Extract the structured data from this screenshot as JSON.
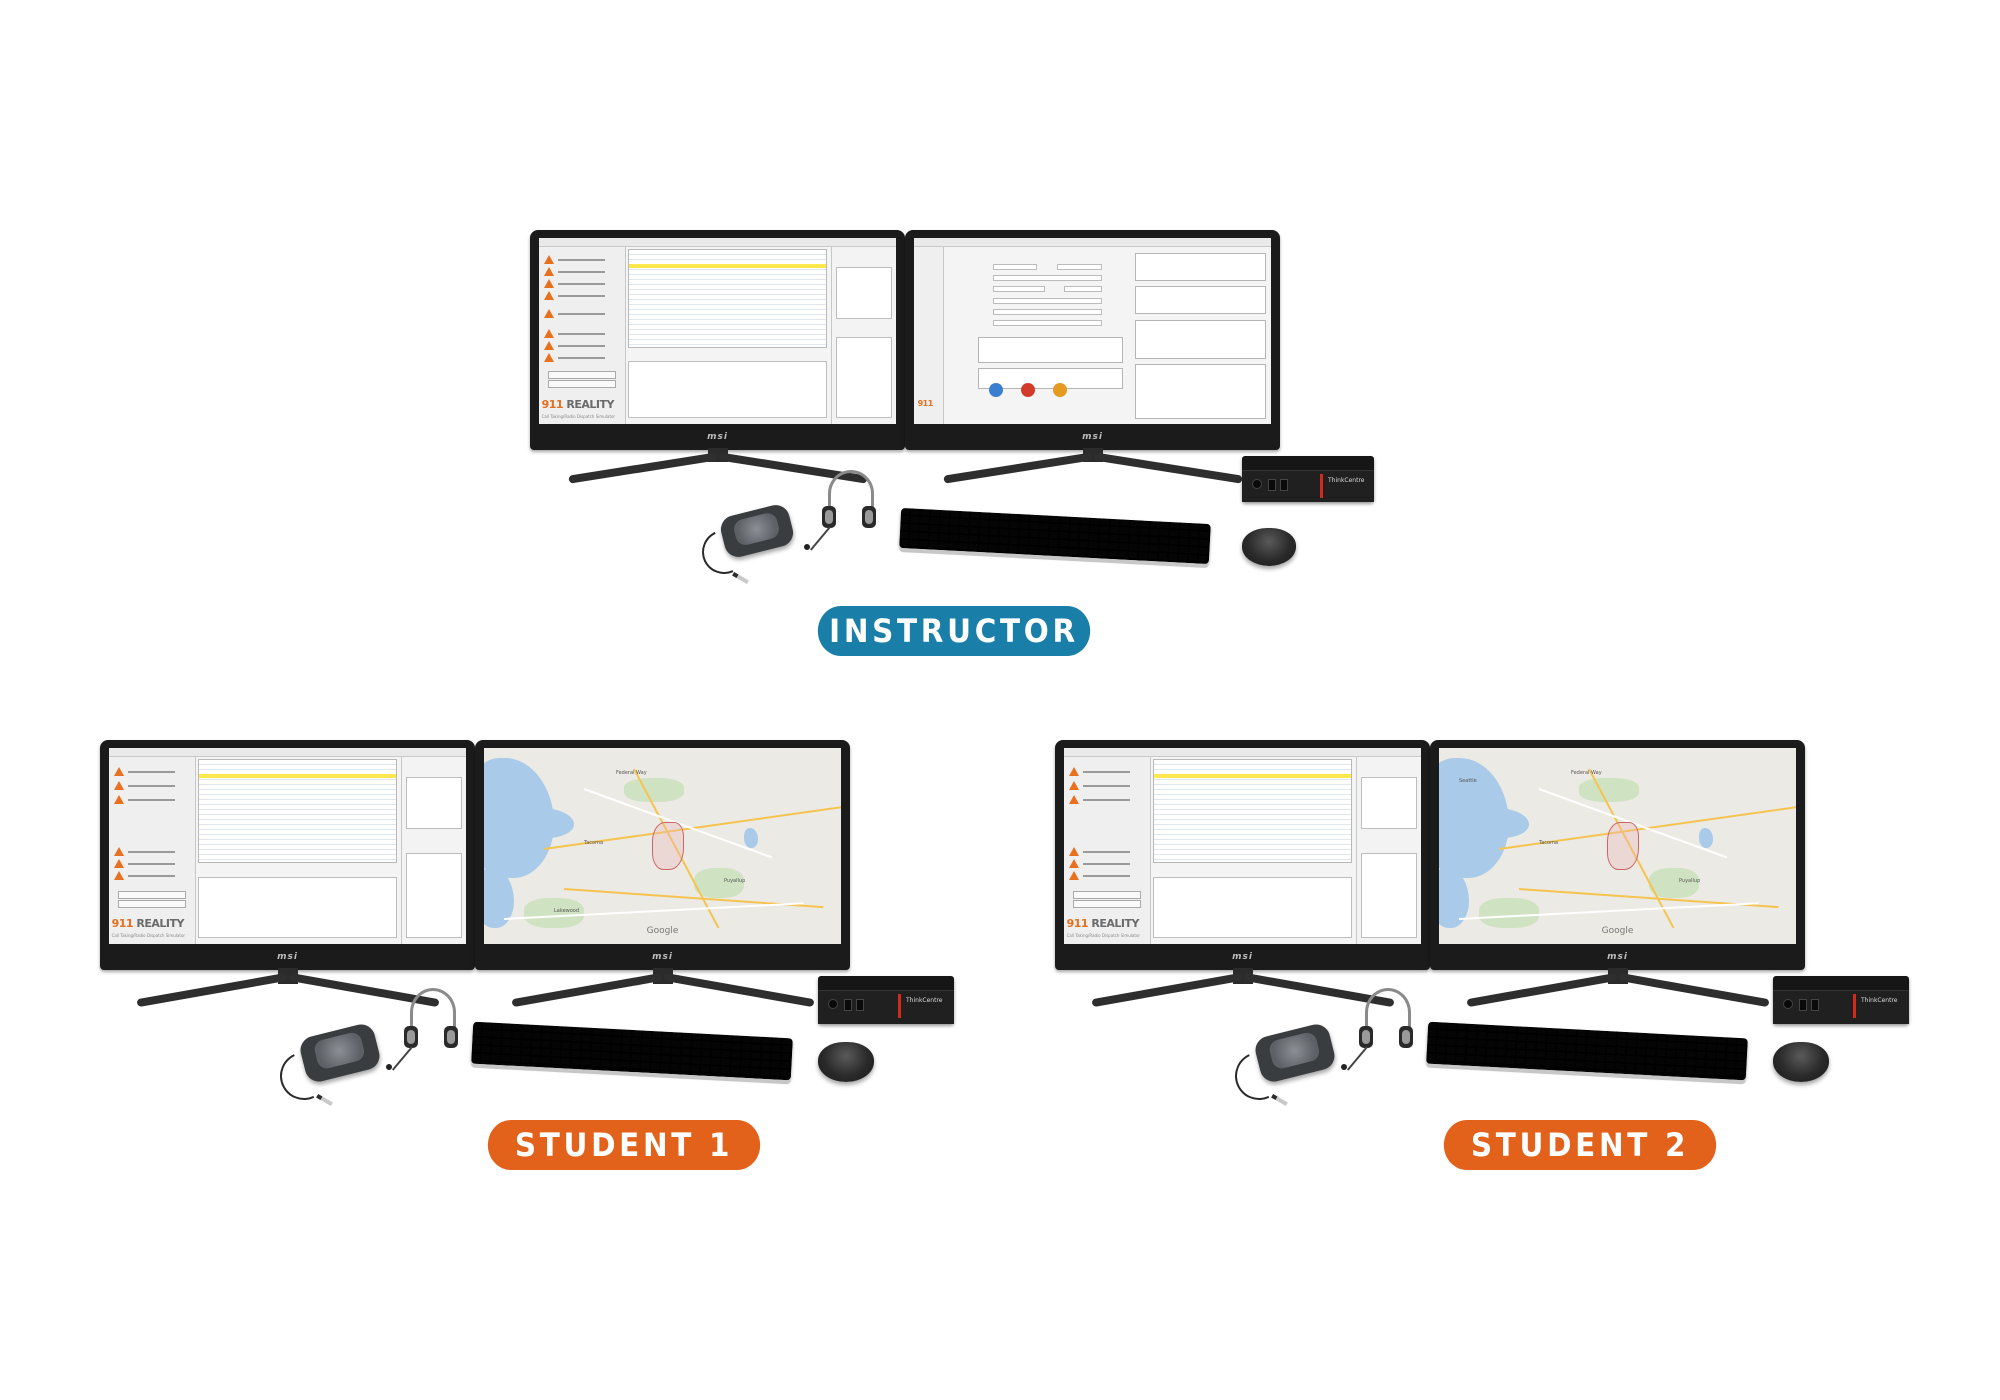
{
  "labels": {
    "instructor": "INSTRUCTOR",
    "student1": "STUDENT 1",
    "student2": "STUDENT 2"
  },
  "monitor": {
    "brand": "msi"
  },
  "software": {
    "logo_number": "911",
    "logo_word": "REALITY",
    "logo_tagline": "Call Taking/Radio Dispatch Simulator"
  },
  "map": {
    "provider": "Google",
    "labels": [
      "Tacoma",
      "Federal Way",
      "Puyallup",
      "Lakewood",
      "Seattle"
    ]
  },
  "pc": {
    "brand": "ThinkCentre"
  },
  "colors": {
    "instructor_pill": "#1a7fa8",
    "student_pill": "#e2621b",
    "software_accent": "#e8701f",
    "highlight_row": "#ffe84d",
    "map_water": "#a9cbe9"
  },
  "icons": [
    "alert-triangle-icon",
    "headset-icon",
    "foot-pedal-icon",
    "keyboard-icon",
    "mouse-icon",
    "desktop-pc-icon"
  ]
}
